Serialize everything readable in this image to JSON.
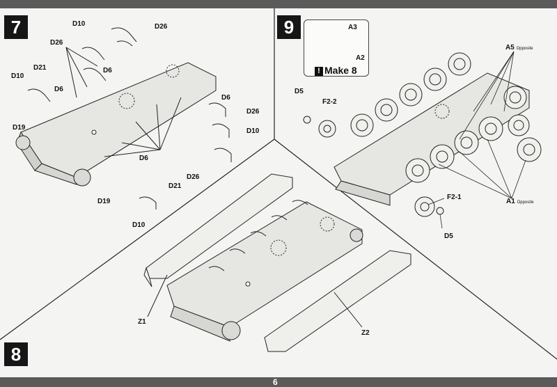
{
  "page": {
    "number": "6"
  },
  "steps": {
    "s7": "7",
    "s8": "8",
    "s9": "9"
  },
  "labels": {
    "d10_a": "D10",
    "d26_a": "D26",
    "d26_b": "D26",
    "d6_a": "D6",
    "d10_b": "D10",
    "d21_a": "D21",
    "d6_b": "D6",
    "d19_a": "D19",
    "d6_c": "D6",
    "d26_c": "D26",
    "d10_c": "D10",
    "d26_d": "D26",
    "d6_d": "D6",
    "d21_b": "D21",
    "d19_b": "D19",
    "d10_d": "D10",
    "z1": "Z1",
    "z2": "Z2",
    "a3": "A3",
    "a2": "A2",
    "a5": "A5",
    "a5_note": "Opposite",
    "a1": "A1",
    "a1_note": "Opposite",
    "d5_a": "D5",
    "f2_2": "F2-2",
    "f2_1": "F2-1",
    "d5_b": "D5"
  },
  "callout": {
    "make_text": "Make 8",
    "warning_icon": "exclamation-icon"
  },
  "colors": {
    "band": "#5a5a5a",
    "badge": "#161616",
    "line": "#222222",
    "part": "#e2e2df"
  }
}
